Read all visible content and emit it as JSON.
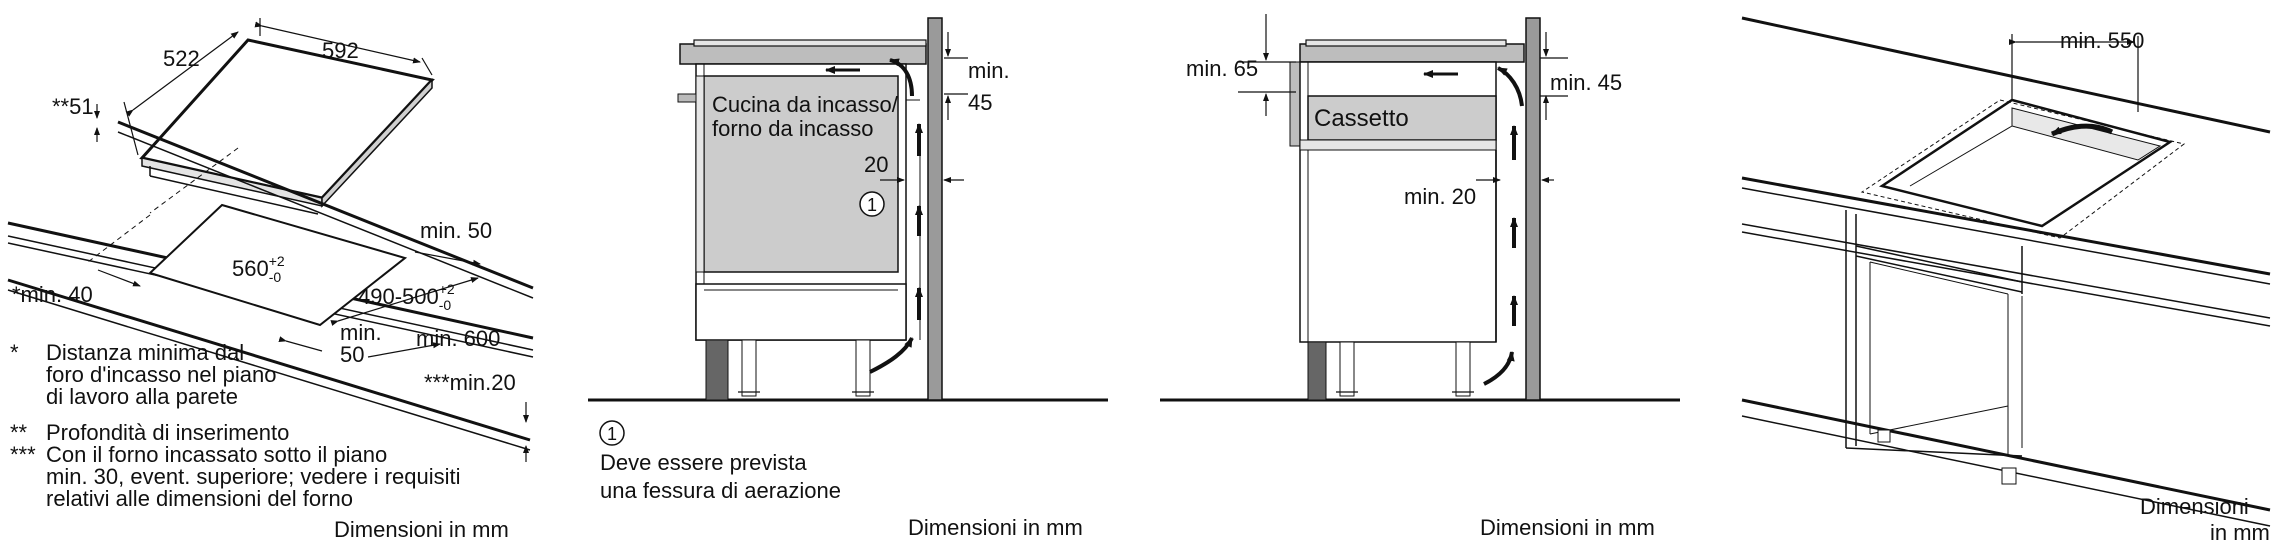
{
  "panel1": {
    "dims": {
      "d592": "592",
      "d522": "522",
      "d51": "**51",
      "d560": "560",
      "d560_sup": "+2",
      "d560_sub": "-0",
      "d490": "490-500",
      "d490_sup": "+2",
      "d490_sub": "-0",
      "min50a": "min. 50",
      "min40": "*min. 40",
      "min50b_a": "min.",
      "min50b_b": "50",
      "min600": "min. 600",
      "min20": "***min.20"
    },
    "notes": [
      {
        "mark": "*",
        "lines": [
          "Distanza minima dal",
          "foro d'incasso nel piano",
          "di lavoro alla parete"
        ]
      },
      {
        "mark": "**",
        "lines": [
          "Profondità di inserimento"
        ]
      },
      {
        "mark": "***",
        "lines": [
          "Con il forno incassato sotto il piano",
          "min. 30, event. superiore; vedere i requisiti",
          "relativi alle dimensioni del forno"
        ]
      }
    ],
    "footer": "Dimensioni in mm"
  },
  "panel2": {
    "label_line1": "Cucina da incasso/",
    "label_line2": "forno da incasso",
    "min45_a": "min.",
    "min45_b": "45",
    "d20": "20",
    "circle": "1",
    "note_circle": "1",
    "note_line1": "Deve essere prevista",
    "note_line2": "una fessura di aerazione",
    "footer": "Dimensioni in mm"
  },
  "panel3": {
    "min65": "min. 65",
    "min45": "min. 45",
    "drawer": "Cassetto",
    "min20": "min. 20",
    "footer": "Dimensioni in mm"
  },
  "panel4": {
    "min550": "min. 550",
    "footer_line1": "Dimensioni",
    "footer_line2": "in mm"
  }
}
